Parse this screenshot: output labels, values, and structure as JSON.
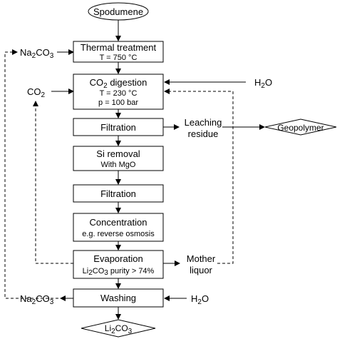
{
  "nodes": {
    "spodumene": "Spodumene",
    "thermal": {
      "title": "Thermal treatment",
      "sub": "T = 750 °C"
    },
    "co2dig": {
      "title_a": "CO",
      "title_sub": "2",
      "title_b": " digestion",
      "line1": "T = 230 °C",
      "line2": "p = 100 bar"
    },
    "filtration1": "Filtration",
    "si_removal": {
      "title": "Si removal",
      "sub": "With MgO"
    },
    "filtration2": "Filtration",
    "concentration": {
      "title": "Concentration",
      "sub": "e.g. reverse osmosis"
    },
    "evaporation": {
      "title": "Evaporation",
      "sub_a": "Li",
      "sub_s1": "2",
      "sub_b": "CO",
      "sub_s2": "3",
      "sub_c": " purity > 74%"
    },
    "washing": "Washing",
    "li2co3": {
      "a": "Li",
      "s1": "2",
      "b": "CO",
      "s2": "3"
    },
    "geopolymer": "Geopolymer"
  },
  "labels": {
    "na2co3_in": {
      "a": "Na",
      "s1": "2",
      "b": "CO",
      "s2": "3"
    },
    "co2_in": {
      "a": "CO",
      "s1": "2"
    },
    "h2o_top": {
      "a": "H",
      "s1": "2",
      "b": "O"
    },
    "leaching_1": "Leaching",
    "leaching_2": "residue",
    "mother_1": "Mother",
    "mother_2": "liquor",
    "na2co3_out": {
      "a": "Na",
      "s1": "2",
      "b": "CO",
      "s2": "3"
    },
    "h2o_bottom": {
      "a": "H",
      "s1": "2",
      "b": "O"
    }
  }
}
